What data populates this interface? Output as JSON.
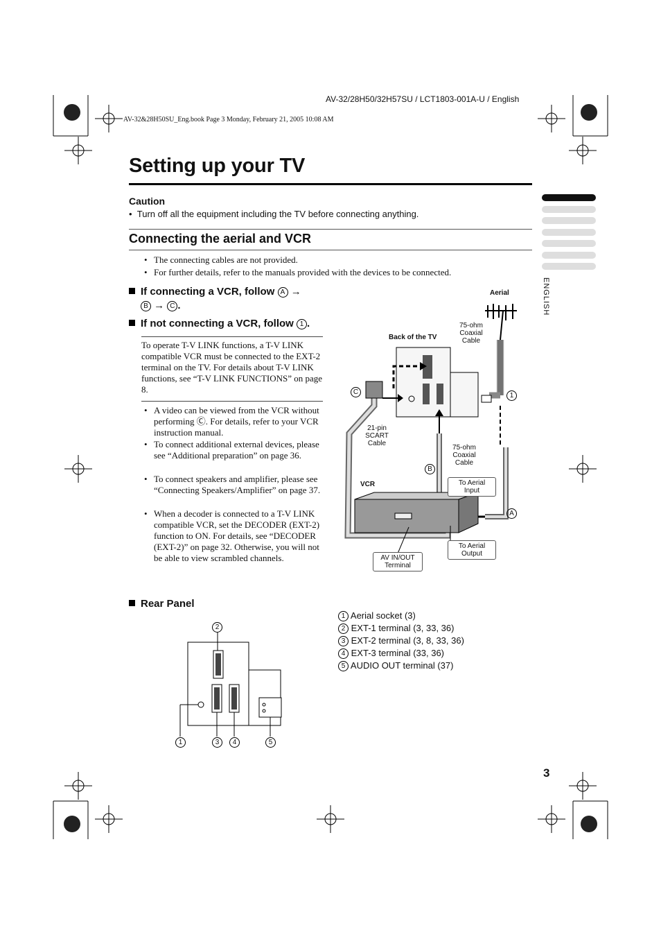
{
  "header": {
    "model_ref": "AV-32/28H50/32H57SU / LCT1803-001A-U / English",
    "book_stamp": "AV-32&28H50SU_Eng.book  Page 3  Monday, February 21, 2005  10:08 AM"
  },
  "title": "Setting up your TV",
  "caution": {
    "heading": "Caution",
    "text": "Turn off all the equipment including the TV before connecting anything."
  },
  "section": {
    "heading": "Connecting the aerial and VCR",
    "notes": [
      "The connecting cables are not provided.",
      "For further details, refer to the manuals provided with the devices to be connected."
    ],
    "vcr_instruction_a": "If connecting a VCR, follow",
    "vcr_instruction_b": "→",
    "no_vcr_instruction": "If not connecting a VCR, follow",
    "tv_link_text": "To operate T-V LINK functions, a T-V LINK compatible VCR must be connected to the EXT-2 terminal on the TV. For details about T-V LINK functions, see “T-V LINK FUNCTIONS” on page 8.",
    "bullets": [
      "A video can be viewed from the VCR without performing Ⓒ. For details, refer to your VCR instruction manual.",
      "To connect additional external devices, please see “Additional preparation” on page 36.",
      "To connect speakers and amplifier, please see “Connecting Speakers/Amplifier” on page 37.",
      "When a decoder is connected to a T-V LINK compatible VCR, set the DECODER (EXT-2) function to ON. For details, see “DECODER (EXT-2)” on page 32. Otherwise, you will not be able to view scrambled channels."
    ]
  },
  "diagram": {
    "aerial": "Aerial",
    "coax_top": "75-ohm Coaxial Cable",
    "back_of_tv": "Back of the TV",
    "scart": "21-pin SCART Cable",
    "coax_mid": "75-ohm Coaxial Cable",
    "vcr": "VCR",
    "to_aerial_input": "To Aerial Input",
    "to_aerial_output": "To Aerial Output",
    "av_in_out": "AV IN/OUT Terminal",
    "mark_a": "A",
    "mark_b": "B",
    "mark_c": "C",
    "mark_1": "1"
  },
  "rear_panel": {
    "heading": "Rear Panel",
    "callouts": [
      "1",
      "2",
      "3",
      "4",
      "5"
    ],
    "legend": [
      {
        "num": "1",
        "text": "Aerial socket (3)"
      },
      {
        "num": "2",
        "text": "EXT-1 terminal (3, 33, 36)"
      },
      {
        "num": "3",
        "text": "EXT-2 terminal (3, 8, 33, 36)"
      },
      {
        "num": "4",
        "text": "EXT-3 terminal (33, 36)"
      },
      {
        "num": "5",
        "text": "AUDIO OUT terminal (37)"
      }
    ]
  },
  "side_label": "ENGLISH",
  "page_number": "3"
}
